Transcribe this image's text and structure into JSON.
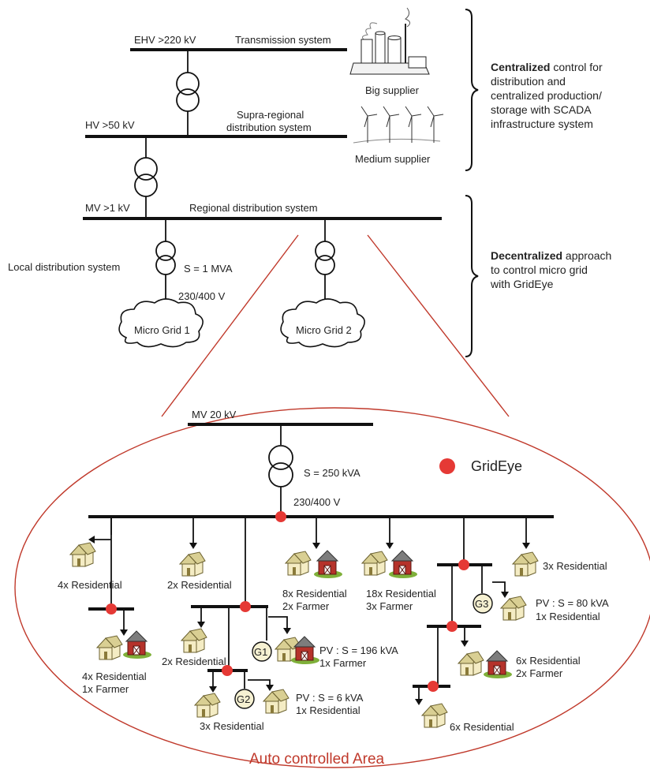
{
  "labels": {
    "ehv": "EHV >220 kV",
    "transmission": "Transmission system",
    "big_supplier": "Big supplier",
    "supra_line1": "Supra-regional",
    "supra_line2": "distribution system",
    "hv": "HV >50 kV",
    "medium_supplier": "Medium supplier",
    "mv1": "MV >1 kV",
    "regional": "Regional distribution system",
    "local": "Local distribution system",
    "s1mva": "S = 1 MVA",
    "v230_top": "230/400 V",
    "mg1": "Micro Grid 1",
    "mg2": "Micro Grid 2",
    "mv20": "MV 20 kV",
    "s250": "S = 250 kVA",
    "v230_bottom": "230/400 V",
    "grideye": "GridEye",
    "auto_area": "Auto controlled Area"
  },
  "side_notes": {
    "centralized": {
      "bold": "Centralized",
      "line1_rest": " control for",
      "line2": "distribution and",
      "line3": "centralized production/",
      "line4": "storage with SCADA",
      "line5": "infrastructure system"
    },
    "decentralized": {
      "bold": "Decentralized",
      "line1_rest": " approach",
      "line2": "to control micro grid",
      "line3": "with GridEye"
    }
  },
  "generators": {
    "g1": "G1",
    "g2": "G2",
    "g3": "G3"
  },
  "loads": {
    "l1": "4x Residential",
    "l2": "2x Residential",
    "l3a": "8x Residential",
    "l3b": "2x Farmer",
    "l4a": "18x Residential",
    "l4b": "3x Farmer",
    "l5": "3x Residential",
    "l6a": "4x Residential",
    "l6b": "1x Farmer",
    "l7": "2x Residential",
    "l8a": "PV : S = 196 kVA",
    "l8b": "1x Farmer",
    "l9": "3x Residential",
    "l10a": "PV : S = 6 kVA",
    "l10b": "1x Residential",
    "l11a": "PV : S = 80 kVA",
    "l11b": "1x Residential",
    "l12a": "6x Residential",
    "l12b": "2x Farmer",
    "l13": "6x Residential"
  },
  "colors": {
    "grideye_marker": "#e53935",
    "auto_area_outline": "#c0392b"
  }
}
